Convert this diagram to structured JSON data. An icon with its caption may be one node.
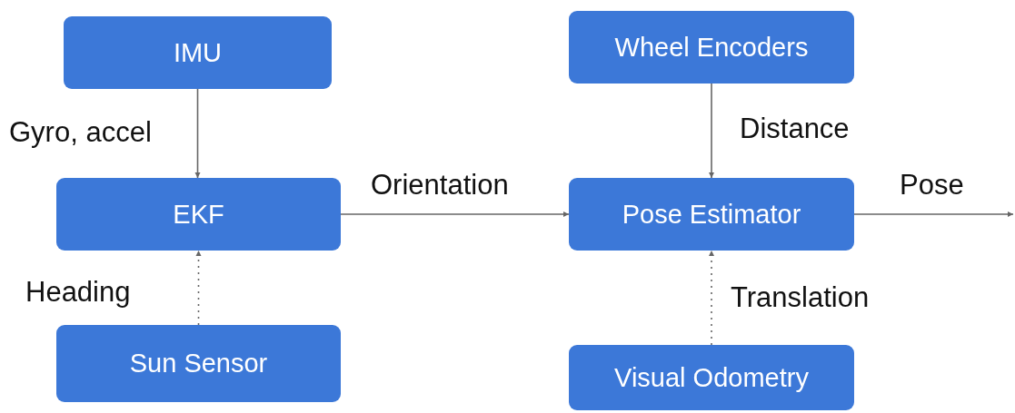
{
  "diagram": {
    "nodes": [
      {
        "text": [
          "IMU"
        ]
      },
      {
        "text": [
          "EKF"
        ]
      },
      {
        "text": [
          "Sun Sensor"
        ]
      },
      {
        "text": [
          "Wheel Encoders"
        ]
      },
      {
        "text": [
          "Pose Estimator"
        ]
      },
      {
        "text": [
          "Visual Odometry"
        ]
      }
    ],
    "edges": [
      {
        "from": 0,
        "to": 1,
        "arrow": "to",
        "label": "Gyro, accel"
      },
      {
        "from": 2,
        "to": 1,
        "arrow": "to",
        "label": "Heading",
        "style": "dashed"
      },
      {
        "from": 1,
        "to": 4,
        "arrow": "to",
        "label": "Orientation"
      },
      {
        "from": 3,
        "to": 4,
        "arrow": "to",
        "label": "Distance"
      },
      {
        "from": 5,
        "to": 4,
        "arrow": "to",
        "label": "Translation",
        "style": "dashed"
      },
      {
        "from": 4,
        "to": null,
        "arrow": "to",
        "label": "Pose"
      }
    ]
  }
}
